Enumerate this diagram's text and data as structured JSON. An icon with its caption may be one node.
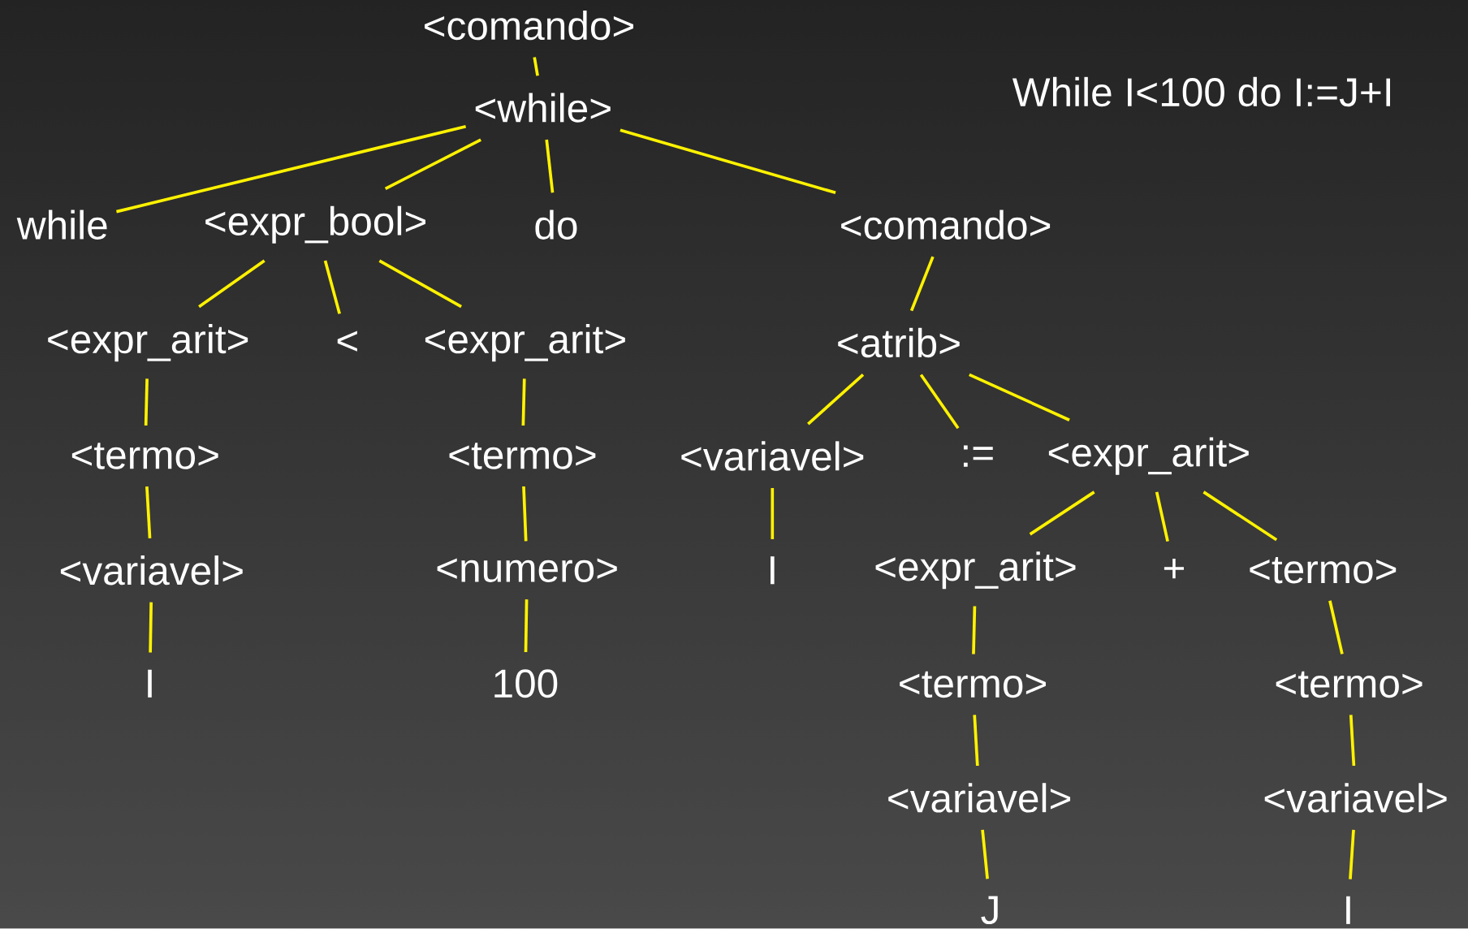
{
  "diagram": {
    "nodes": [
      {
        "text": [
          "<comando>"
        ]
      },
      {
        "text": [
          "<while>"
        ]
      },
      {
        "text": [
          "while"
        ]
      },
      {
        "text": [
          "<expr_bool>"
        ]
      },
      {
        "text": [
          "do"
        ]
      },
      {
        "text": [
          "<comando>"
        ]
      },
      {
        "text": [
          "<expr_arit>"
        ]
      },
      {
        "text": [
          "<"
        ]
      },
      {
        "text": [
          "<expr_arit>"
        ]
      },
      {
        "text": [
          "<atrib>"
        ]
      },
      {
        "text": [
          "<termo>"
        ]
      },
      {
        "text": [
          "<termo>"
        ]
      },
      {
        "text": [
          "<variavel>"
        ]
      },
      {
        "text": [
          ":="
        ]
      },
      {
        "text": [
          "<expr_arit>"
        ]
      },
      {
        "text": [
          "<variavel>"
        ]
      },
      {
        "text": [
          "<numero>"
        ]
      },
      {
        "text": [
          "I"
        ]
      },
      {
        "text": [
          "<expr_arit>"
        ]
      },
      {
        "text": [
          "+"
        ]
      },
      {
        "text": [
          "<termo>"
        ]
      },
      {
        "text": [
          "I"
        ]
      },
      {
        "text": [
          "100"
        ]
      },
      {
        "text": [
          "<termo>"
        ]
      },
      {
        "text": [
          "<termo>"
        ]
      },
      {
        "text": [
          "<variavel>"
        ]
      },
      {
        "text": [
          "<variavel>"
        ]
      },
      {
        "text": [
          "J"
        ]
      },
      {
        "text": [
          "I"
        ]
      }
    ],
    "edges": [
      {
        "from": 0,
        "to": 1,
        "arrow": "none"
      },
      {
        "from": 1,
        "to": 2,
        "arrow": "none"
      },
      {
        "from": 1,
        "to": 3,
        "arrow": "none"
      },
      {
        "from": 1,
        "to": 4,
        "arrow": "none"
      },
      {
        "from": 1,
        "to": 5,
        "arrow": "none"
      },
      {
        "from": 3,
        "to": 6,
        "arrow": "none"
      },
      {
        "from": 3,
        "to": 7,
        "arrow": "none"
      },
      {
        "from": 3,
        "to": 8,
        "arrow": "none"
      },
      {
        "from": 5,
        "to": 9,
        "arrow": "none"
      },
      {
        "from": 6,
        "to": 10,
        "arrow": "none"
      },
      {
        "from": 8,
        "to": 11,
        "arrow": "none"
      },
      {
        "from": 9,
        "to": 12,
        "arrow": "none"
      },
      {
        "from": 9,
        "to": 13,
        "arrow": "none"
      },
      {
        "from": 9,
        "to": 14,
        "arrow": "none"
      },
      {
        "from": 10,
        "to": 15,
        "arrow": "none"
      },
      {
        "from": 11,
        "to": 16,
        "arrow": "none"
      },
      {
        "from": 12,
        "to": 17,
        "arrow": "none"
      },
      {
        "from": 14,
        "to": 18,
        "arrow": "none"
      },
      {
        "from": 14,
        "to": 19,
        "arrow": "none"
      },
      {
        "from": 14,
        "to": 20,
        "arrow": "none"
      },
      {
        "from": 15,
        "to": 21,
        "arrow": "none"
      },
      {
        "from": 16,
        "to": 22,
        "arrow": "none"
      },
      {
        "from": 18,
        "to": 23,
        "arrow": "none"
      },
      {
        "from": 20,
        "to": 24,
        "arrow": "none"
      },
      {
        "from": 23,
        "to": 25,
        "arrow": "none"
      },
      {
        "from": 24,
        "to": 26,
        "arrow": "none"
      },
      {
        "from": 25,
        "to": 27,
        "arrow": "none"
      },
      {
        "from": 26,
        "to": 28,
        "arrow": "none"
      }
    ],
    "labels": [
      "While I<100 do I:=J+I"
    ]
  }
}
